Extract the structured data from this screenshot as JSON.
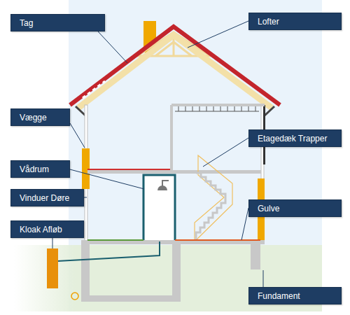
{
  "diagram": {
    "nodes": [
      {
        "text": [
          "Tag"
        ]
      },
      {
        "text": [
          "Lofter"
        ]
      },
      {
        "text": [
          "Vægge"
        ]
      },
      {
        "text": [
          "Etagedæk Trapper"
        ]
      },
      {
        "text": [
          "Vådrum"
        ]
      },
      {
        "text": [
          "Vinduer Døre"
        ]
      },
      {
        "text": [
          "Gulve"
        ]
      },
      {
        "text": [
          "Kloak Afløb"
        ]
      },
      {
        "text": [
          "Fundament"
        ]
      }
    ]
  }
}
